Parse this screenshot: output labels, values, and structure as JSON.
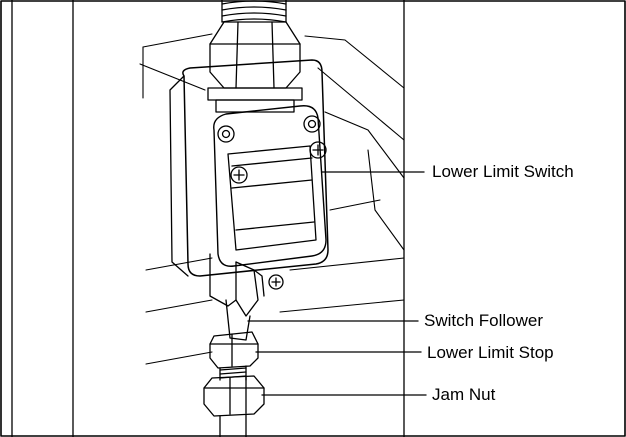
{
  "diagram": {
    "line_color": "#000000",
    "background_color": "#ffffff",
    "callouts": {
      "lower_limit_switch": "Lower Limit Switch",
      "switch_follower": "Switch Follower",
      "lower_limit_stop": "Lower Limit Stop",
      "jam_nut": "Jam Nut"
    }
  }
}
